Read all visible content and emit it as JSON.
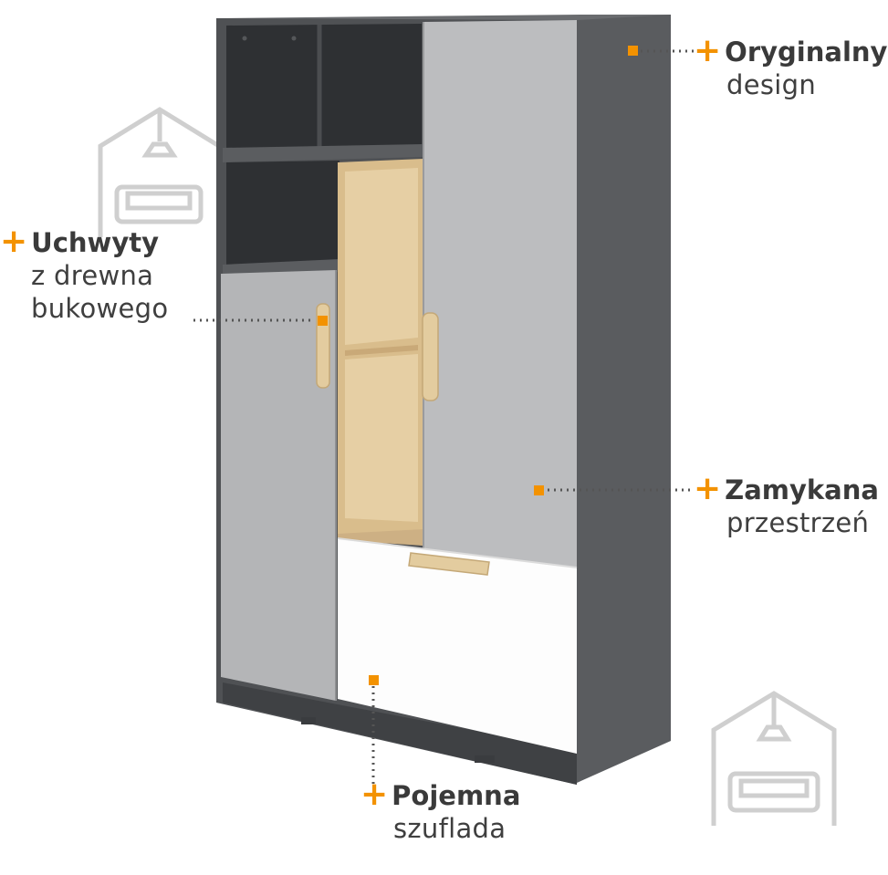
{
  "image": {
    "subject": "cabinet",
    "colors": {
      "carcass": "#4d4f52",
      "carcass_side": "#5b5d60",
      "interior_dark": "#2f3134",
      "door_grey": "#b9babc",
      "drawer_white": "#ffffff",
      "wood": "#e2c89a",
      "accent": "#f39200",
      "watermark": "#c9c9c9"
    }
  },
  "features": [
    {
      "title": "Oryginalny",
      "subtitle": "design"
    },
    {
      "title": "Uchwyty",
      "subtitle": "z drewna",
      "subtitle2": "bukowego"
    },
    {
      "title": "Zamykana",
      "subtitle": "przestrzeń"
    },
    {
      "title": "Pojemna",
      "subtitle": "szuflada"
    }
  ],
  "icons": [
    "house-sofa-watermark-icon",
    "plus-icon"
  ]
}
